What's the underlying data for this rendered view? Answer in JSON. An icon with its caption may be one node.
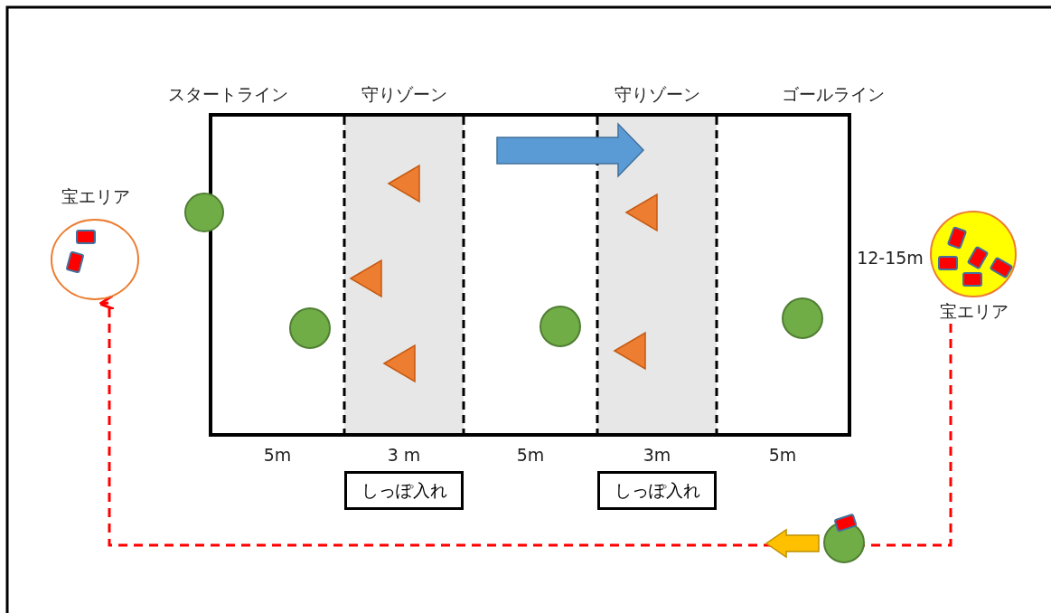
{
  "diagram": {
    "nodes": [
      {
        "text": [],
        "shape": "circle",
        "beside": [
          "宝エリア"
        ]
      },
      {
        "text": [],
        "shape": "circle",
        "beside": [
          "宝エリア"
        ]
      },
      {
        "text": [
          "しっぽ入れ"
        ]
      },
      {
        "text": [
          "しっぽ入れ"
        ]
      }
    ],
    "edges": [
      {
        "from": 1,
        "to": 0,
        "arrow": "to",
        "style": "dashed",
        "color": "#ff0000"
      }
    ],
    "labels": [
      "スタートライン",
      "守りゾーン",
      "守りゾーン",
      "ゴールライン",
      "12-15m",
      "5m",
      "3 m",
      "5m",
      "3m",
      "5m"
    ]
  }
}
